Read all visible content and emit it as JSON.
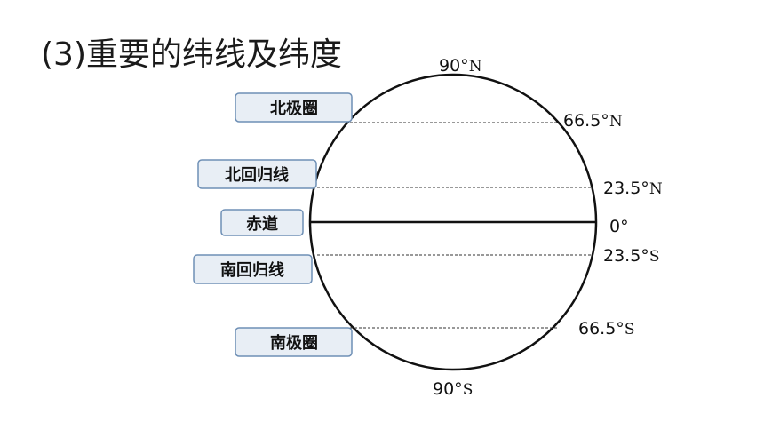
{
  "title": "(3)重要的纬线及纬度",
  "lines": [
    {
      "name": "北极圈",
      "degree": "66.5°",
      "hemisphere": "N"
    },
    {
      "name": "北回归线",
      "degree": "23.5°",
      "hemisphere": "N"
    },
    {
      "name": "赤道",
      "degree": "0°",
      "hemisphere": ""
    },
    {
      "name": "南回归线",
      "degree": "23.5°",
      "hemisphere": "S"
    },
    {
      "name": "南极圈",
      "degree": "66.5°",
      "hemisphere": "S"
    }
  ],
  "poles": {
    "north": {
      "degree": "90°",
      "hemisphere": "N"
    },
    "south": {
      "degree": "90°",
      "hemisphere": "S"
    }
  },
  "colors": {
    "box_fill": "#e8eef5",
    "box_border": "#6e8fb5",
    "line": "#111111"
  }
}
